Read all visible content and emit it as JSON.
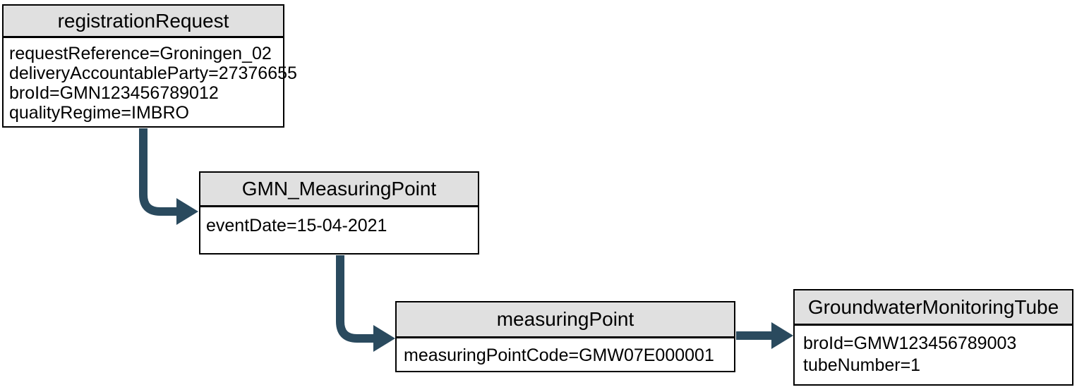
{
  "diagram": {
    "nodes": [
      {
        "id": "registration-request",
        "title": "registrationRequest",
        "attributes": [
          "requestReference=Groningen_02",
          "deliveryAccountableParty=27376655",
          "broId=GMN123456789012",
          "qualityRegime=IMBRO"
        ]
      },
      {
        "id": "gmn-measuring-point",
        "title": "GMN_MeasuringPoint",
        "attributes": [
          "eventDate=15-04-2021"
        ]
      },
      {
        "id": "measuring-point",
        "title": "measuringPoint",
        "attributes": [
          "measuringPointCode=GMW07E000001"
        ]
      },
      {
        "id": "groundwater-monitoring-tube",
        "title": "GroundwaterMonitoringTube",
        "attributes": [
          "broId=GMW123456789003",
          "tubeNumber=1"
        ]
      }
    ],
    "edges": [
      {
        "from": "registrationRequest",
        "to": "GMN_MeasuringPoint"
      },
      {
        "from": "GMN_MeasuringPoint",
        "to": "measuringPoint"
      },
      {
        "from": "measuringPoint",
        "to": "GroundwaterMonitoringTube"
      }
    ],
    "colors": {
      "arrow": "#2A4A5E",
      "header_bg": "#E0E0E0",
      "border": "#000000",
      "body_bg": "#FFFFFF"
    }
  }
}
